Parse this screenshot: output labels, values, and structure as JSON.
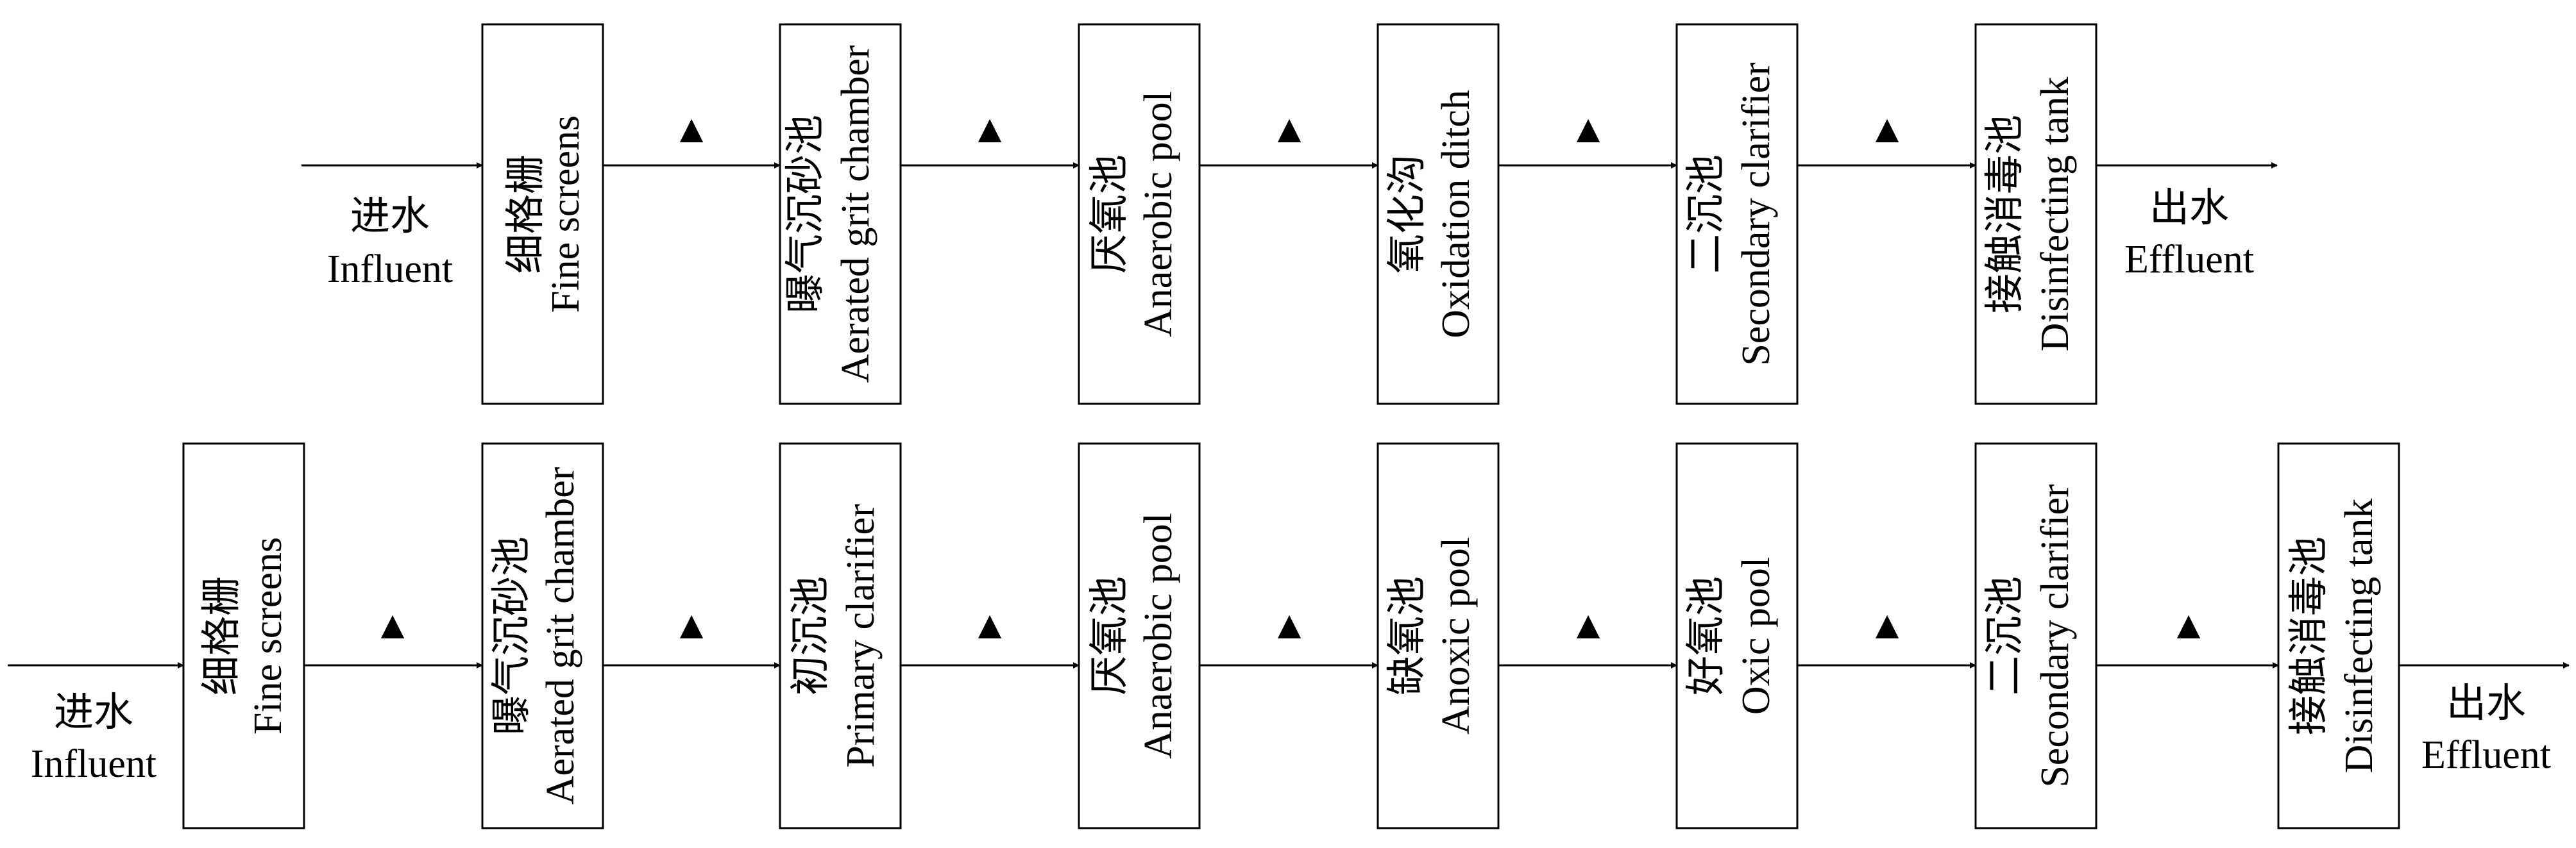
{
  "rows": [
    {
      "influent": {
        "zh": "进水",
        "en": "Influent"
      },
      "effluent": {
        "zh": "出水",
        "en": "Effluent"
      },
      "units": [
        {
          "zh": "细格栅",
          "en": "Fine screens"
        },
        {
          "zh": "曝气沉砂池",
          "en": "Aerated grit chamber"
        },
        {
          "zh": "厌氧池",
          "en": "Anaerobic pool"
        },
        {
          "zh": "氧化沟",
          "en": "Oxidation ditch"
        },
        {
          "zh": "二沉池",
          "en": "Secondary clarifier"
        },
        {
          "zh": "接触消毒池",
          "en": "Disinfecting tank"
        }
      ],
      "markers": [
        "▲",
        "▲",
        "▲",
        "▲",
        "▲"
      ]
    },
    {
      "influent": {
        "zh": "进水",
        "en": "Influent"
      },
      "effluent": {
        "zh": "出水",
        "en": "Effluent"
      },
      "units": [
        {
          "zh": "细格栅",
          "en": "Fine screens"
        },
        {
          "zh": "曝气沉砂池",
          "en": "Aerated grit chamber"
        },
        {
          "zh": "初沉池",
          "en": "Primary clarifier"
        },
        {
          "zh": "厌氧池",
          "en": "Anaerobic pool"
        },
        {
          "zh": "缺氧池",
          "en": "Anoxic pool"
        },
        {
          "zh": "好氧池",
          "en": "Oxic pool"
        },
        {
          "zh": "二沉池",
          "en": "Secondary clarifier"
        },
        {
          "zh": "接触消毒池",
          "en": "Disinfecting tank"
        }
      ],
      "markers": [
        "▲",
        "▲",
        "▲",
        "▲",
        "▲",
        "▲",
        "▲"
      ]
    }
  ]
}
